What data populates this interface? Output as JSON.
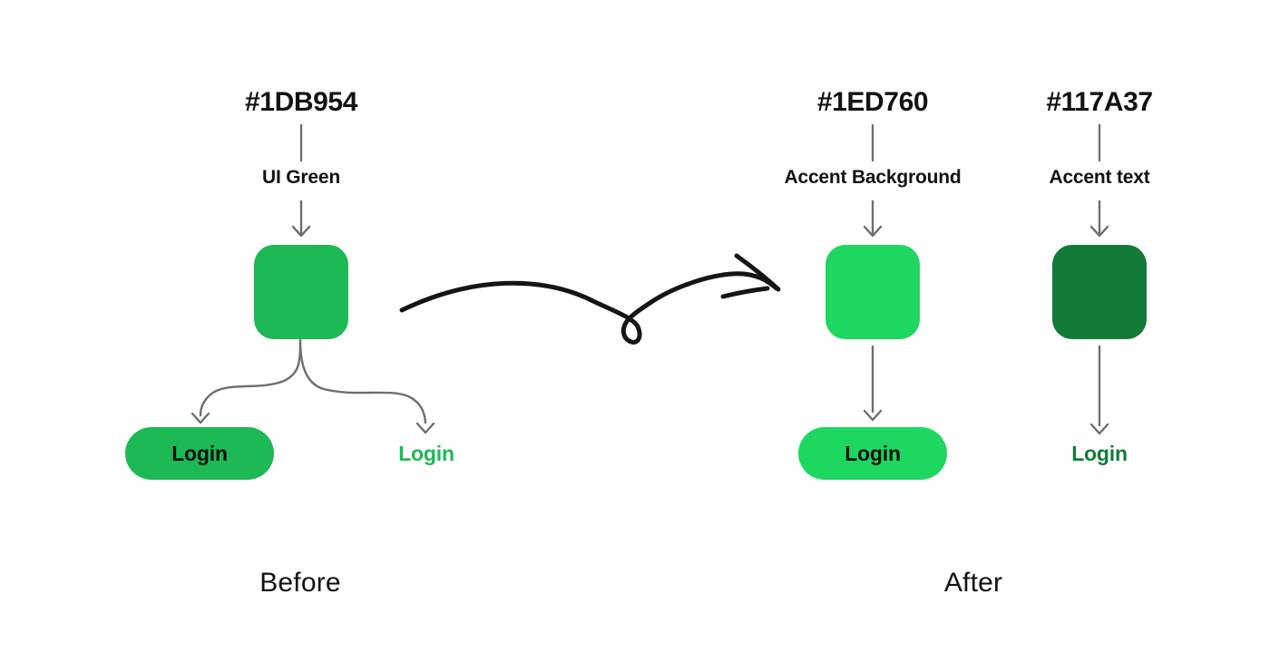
{
  "colors": {
    "ui_green": "#1DB954",
    "accent_background": "#1ED760",
    "accent_text": "#117A37",
    "connector_gray": "#6E6E6E",
    "arrow_black": "#151515",
    "ink": "#121212",
    "background": "#FFFFFF"
  },
  "before": {
    "hex_label": "#1DB954",
    "swatch_name": "UI Green",
    "button_label": "Login",
    "link_label": "Login",
    "caption": "Before"
  },
  "after": {
    "caption": "After",
    "columns": [
      {
        "hex_label": "#1ED760",
        "swatch_name": "Accent Background",
        "button_label": "Login"
      },
      {
        "hex_label": "#117A37",
        "swatch_name": "Accent text",
        "link_label": "Login"
      }
    ]
  }
}
